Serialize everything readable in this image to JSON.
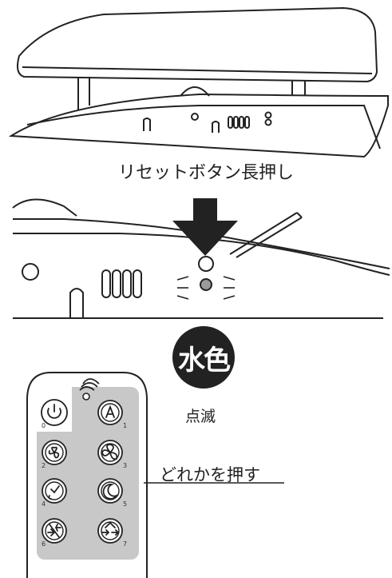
{
  "captions": {
    "reset_instruction": "リセットボタン長押し",
    "led_color_badge": "水色",
    "led_status": "点滅",
    "remote_instruction": "どれかを押す"
  },
  "remote": {
    "button_numbers": [
      "0",
      "1",
      "2",
      "3",
      "4",
      "5",
      "6",
      "7"
    ],
    "buttons": [
      {
        "icon": "power-icon"
      },
      {
        "icon": "auto-mode-icon"
      },
      {
        "icon": "fan-small-icon"
      },
      {
        "icon": "fan-large-icon"
      },
      {
        "icon": "timer-fan-icon"
      },
      {
        "icon": "sleep-mode-icon"
      },
      {
        "icon": "airflow-direction-icon"
      },
      {
        "icon": "air-exchange-icon"
      }
    ]
  },
  "colors": {
    "line": "#222222",
    "panel_grey": "#c8c8c8",
    "led_grey": "#9a9a9a",
    "badge_bg": "#222222"
  }
}
